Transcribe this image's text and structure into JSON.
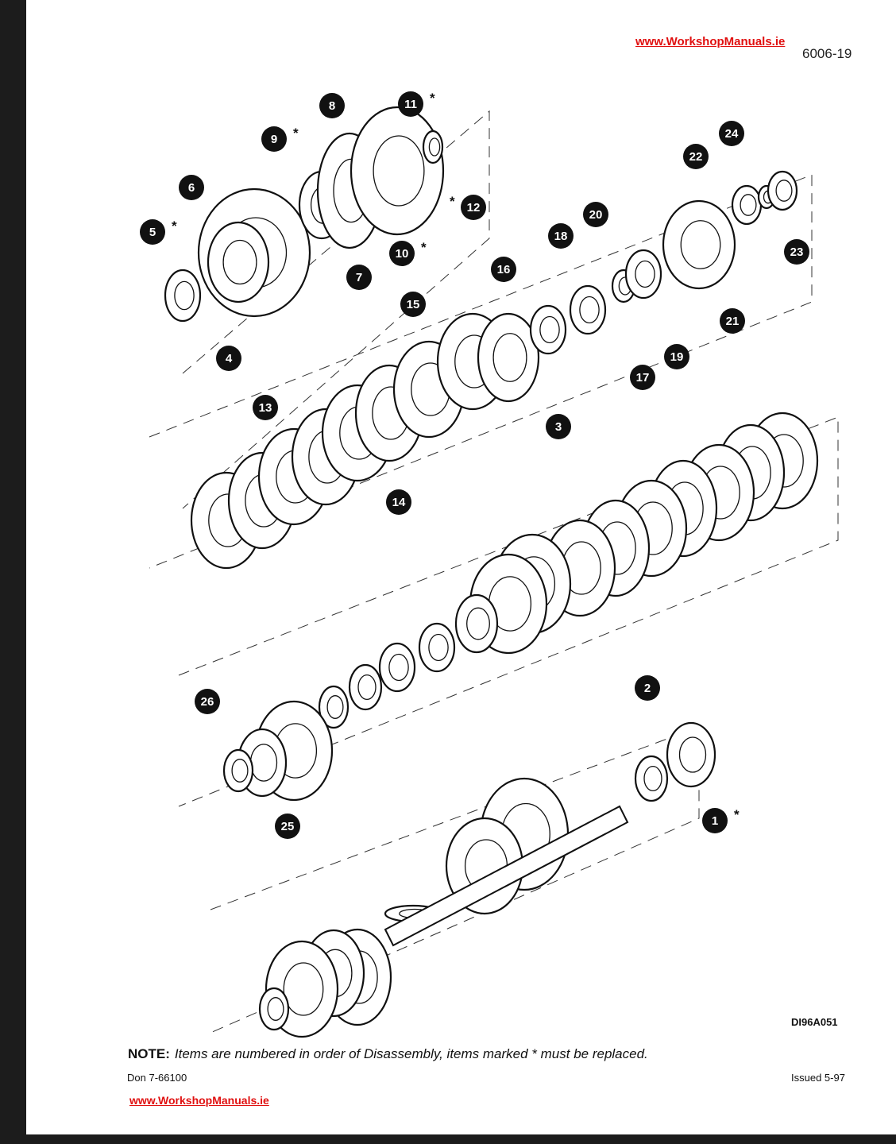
{
  "header": {
    "watermark": "www.WorkshopManuals.ie",
    "page_number": "6006-19"
  },
  "diagram": {
    "figure_id": "DI96A051",
    "callouts": [
      {
        "label": "1",
        "replace": true
      },
      {
        "label": "2",
        "replace": false
      },
      {
        "label": "3",
        "replace": false
      },
      {
        "label": "4",
        "replace": false
      },
      {
        "label": "5",
        "replace": true
      },
      {
        "label": "6",
        "replace": false
      },
      {
        "label": "7",
        "replace": false
      },
      {
        "label": "8",
        "replace": false
      },
      {
        "label": "9",
        "replace": true
      },
      {
        "label": "10",
        "replace": true
      },
      {
        "label": "11",
        "replace": true
      },
      {
        "label": "12",
        "replace": true
      },
      {
        "label": "13",
        "replace": false
      },
      {
        "label": "14",
        "replace": false
      },
      {
        "label": "15",
        "replace": false
      },
      {
        "label": "16",
        "replace": false
      },
      {
        "label": "17",
        "replace": false
      },
      {
        "label": "18",
        "replace": false
      },
      {
        "label": "19",
        "replace": false
      },
      {
        "label": "20",
        "replace": false
      },
      {
        "label": "21",
        "replace": false
      },
      {
        "label": "22",
        "replace": false
      },
      {
        "label": "23",
        "replace": false
      },
      {
        "label": "24",
        "replace": false
      },
      {
        "label": "25",
        "replace": false
      },
      {
        "label": "26",
        "replace": false
      }
    ],
    "replace_marker": "*"
  },
  "note": {
    "label": "NOTE:",
    "text": "Items are numbered in order of Disassembly, items marked * must be replaced."
  },
  "footer": {
    "document": "Don 7-66100",
    "issued": "Issued 5-97",
    "watermark": "www.WorkshopManuals.ie"
  }
}
